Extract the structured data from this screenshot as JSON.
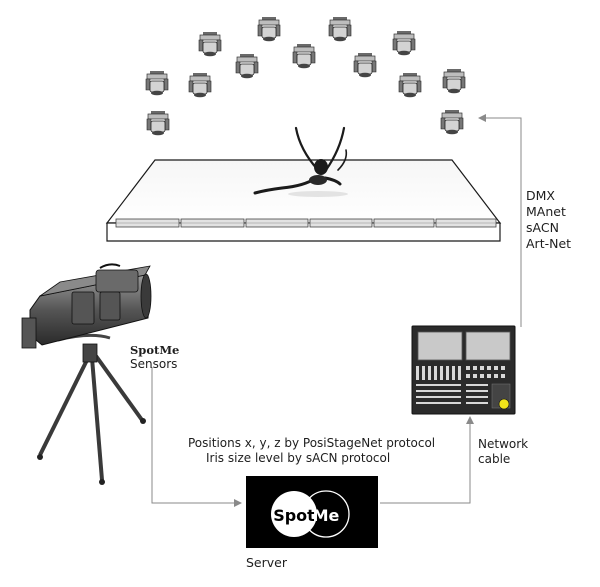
{
  "protocols": [
    "DMX",
    "MAnet",
    "sACN",
    "Art-Net"
  ],
  "spotme_brand": "SpotMe",
  "sensors_label": "Sensors",
  "positions_line1": "Positions x, y, z by PosiStageNet protocol",
  "positions_line2": "Iris size level by sACN protocol",
  "network_line1": "Network",
  "network_line2": "cable",
  "server_logo_left": "Spot",
  "server_logo_right": "Me",
  "server_label": "Server",
  "colors": {
    "line": "#8a8a8a",
    "server_bg": "#000000",
    "console_bg": "#2b2b2b",
    "accent": "#f1e31a"
  }
}
